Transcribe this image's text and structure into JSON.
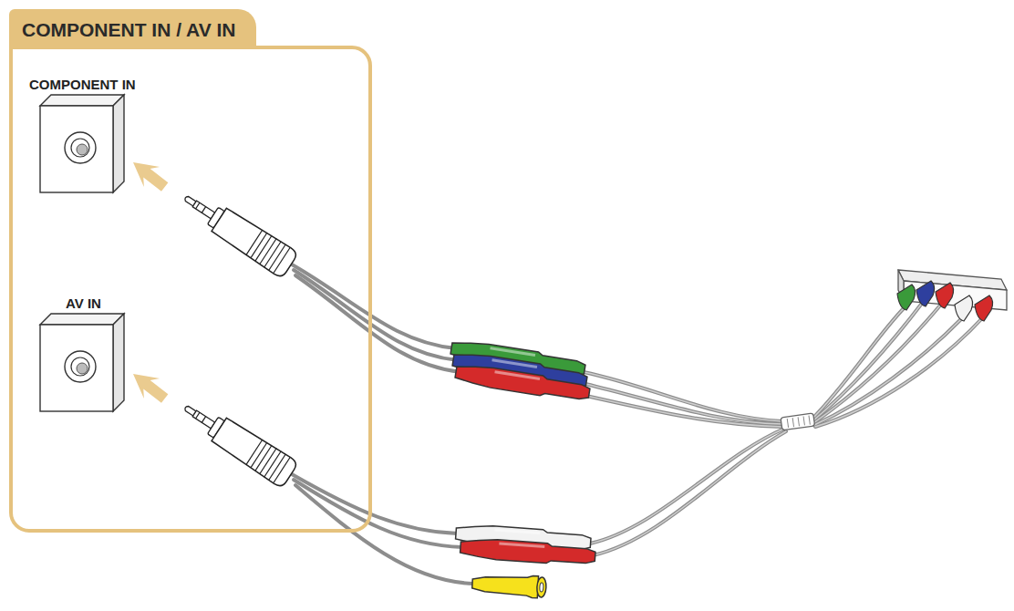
{
  "diagram": {
    "nodes": [
      {
        "text": [
          "COMPONENT IN / AV IN"
        ]
      },
      {
        "text": [
          "COMPONENT IN"
        ],
        "in": 0
      },
      {
        "text": [
          "AV IN"
        ],
        "in": 0
      }
    ]
  }
}
